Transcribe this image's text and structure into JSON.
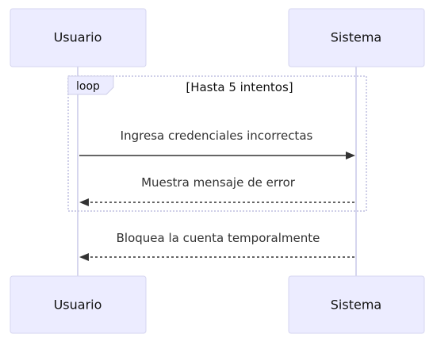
{
  "actors": {
    "left": {
      "label": "Usuario"
    },
    "right": {
      "label": "Sistema"
    }
  },
  "loop": {
    "keyword": "loop",
    "condition": "[Hasta 5 intentos]"
  },
  "messages": [
    {
      "text": "Ingresa credenciales incorrectas",
      "from": "Usuario",
      "to": "Sistema",
      "style": "solid"
    },
    {
      "text": "Muestra mensaje de error",
      "from": "Sistema",
      "to": "Usuario",
      "style": "dashed"
    },
    {
      "text": "Bloquea la cuenta temporalmente",
      "from": "Sistema",
      "to": "Usuario",
      "style": "dashed"
    }
  ],
  "colors": {
    "actor_fill": "#ececff",
    "actor_border": "#d6d6f0",
    "lifeline": "#d6d6ee",
    "arrow": "#333333"
  }
}
